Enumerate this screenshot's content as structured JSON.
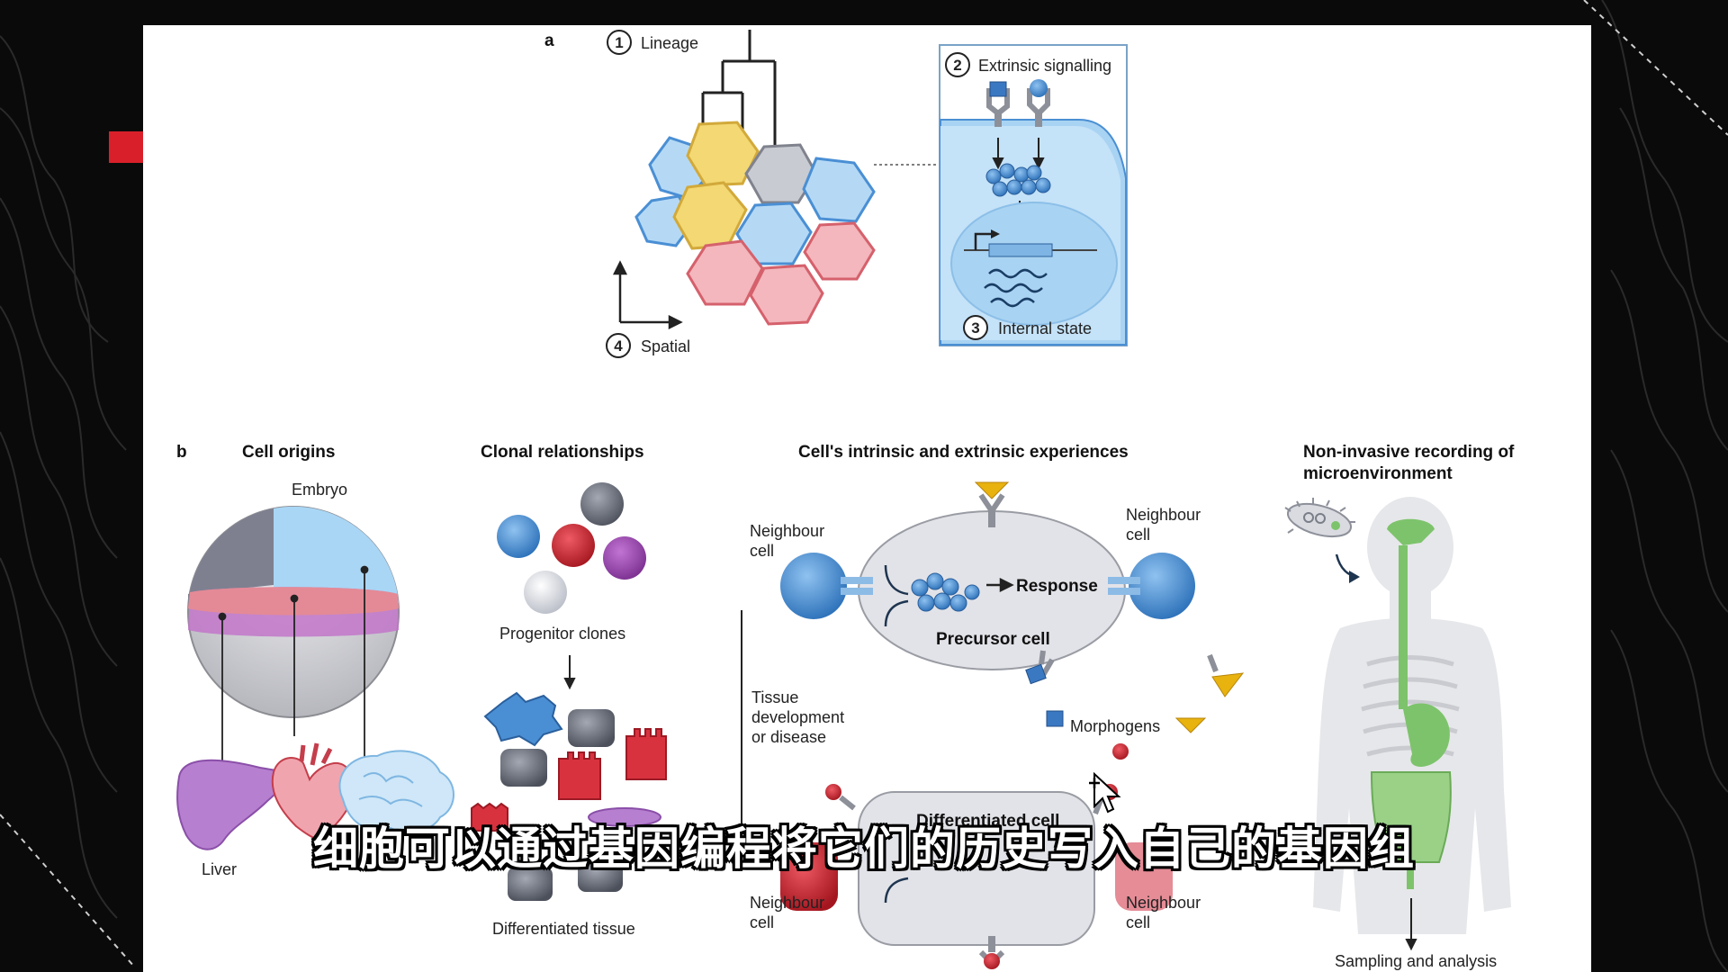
{
  "panel_a": {
    "letter": "a",
    "lineage": {
      "num": "1",
      "label": "Lineage"
    },
    "extrinsic": {
      "num": "2",
      "label": "Extrinsic signalling"
    },
    "internal": {
      "num": "3",
      "label": "Internal state"
    },
    "spatial": {
      "num": "4",
      "label": "Spatial"
    }
  },
  "panel_b": {
    "letter": "b",
    "cell_origins": {
      "heading": "Cell origins",
      "embryo": "Embryo",
      "liver": "Liver"
    },
    "clonal": {
      "heading": "Clonal relationships",
      "progenitor": "Progenitor clones",
      "differentiated": "Differentiated tissue"
    },
    "experiences": {
      "heading": "Cell's intrinsic and extrinsic experiences",
      "neighbour_tl": [
        "Neighbour",
        "cell"
      ],
      "neighbour_tr": [
        "Neighbour",
        "cell"
      ],
      "neighbour_bl": [
        "Neighbour",
        "cell"
      ],
      "neighbour_br": [
        "Neighbour",
        "cell"
      ],
      "response": "Response",
      "precursor": "Precursor cell",
      "tissue": [
        "Tissue",
        "development",
        "or disease"
      ],
      "morphogens": "Morphogens",
      "differentiated_cell": "Differentiated cell"
    },
    "noninvasive": {
      "heading": [
        "Non-invasive recording of",
        "microenvironment"
      ],
      "sampling": "Sampling and analysis"
    }
  },
  "subtitle": "细胞可以通过基因编程将它们的历史写入自己的基因组",
  "colors": {
    "accent": "#d9202a",
    "blue": "#4a8fd4",
    "yellow": "#e8c55a",
    "pink": "#e88a95",
    "green": "#7dc36b"
  }
}
